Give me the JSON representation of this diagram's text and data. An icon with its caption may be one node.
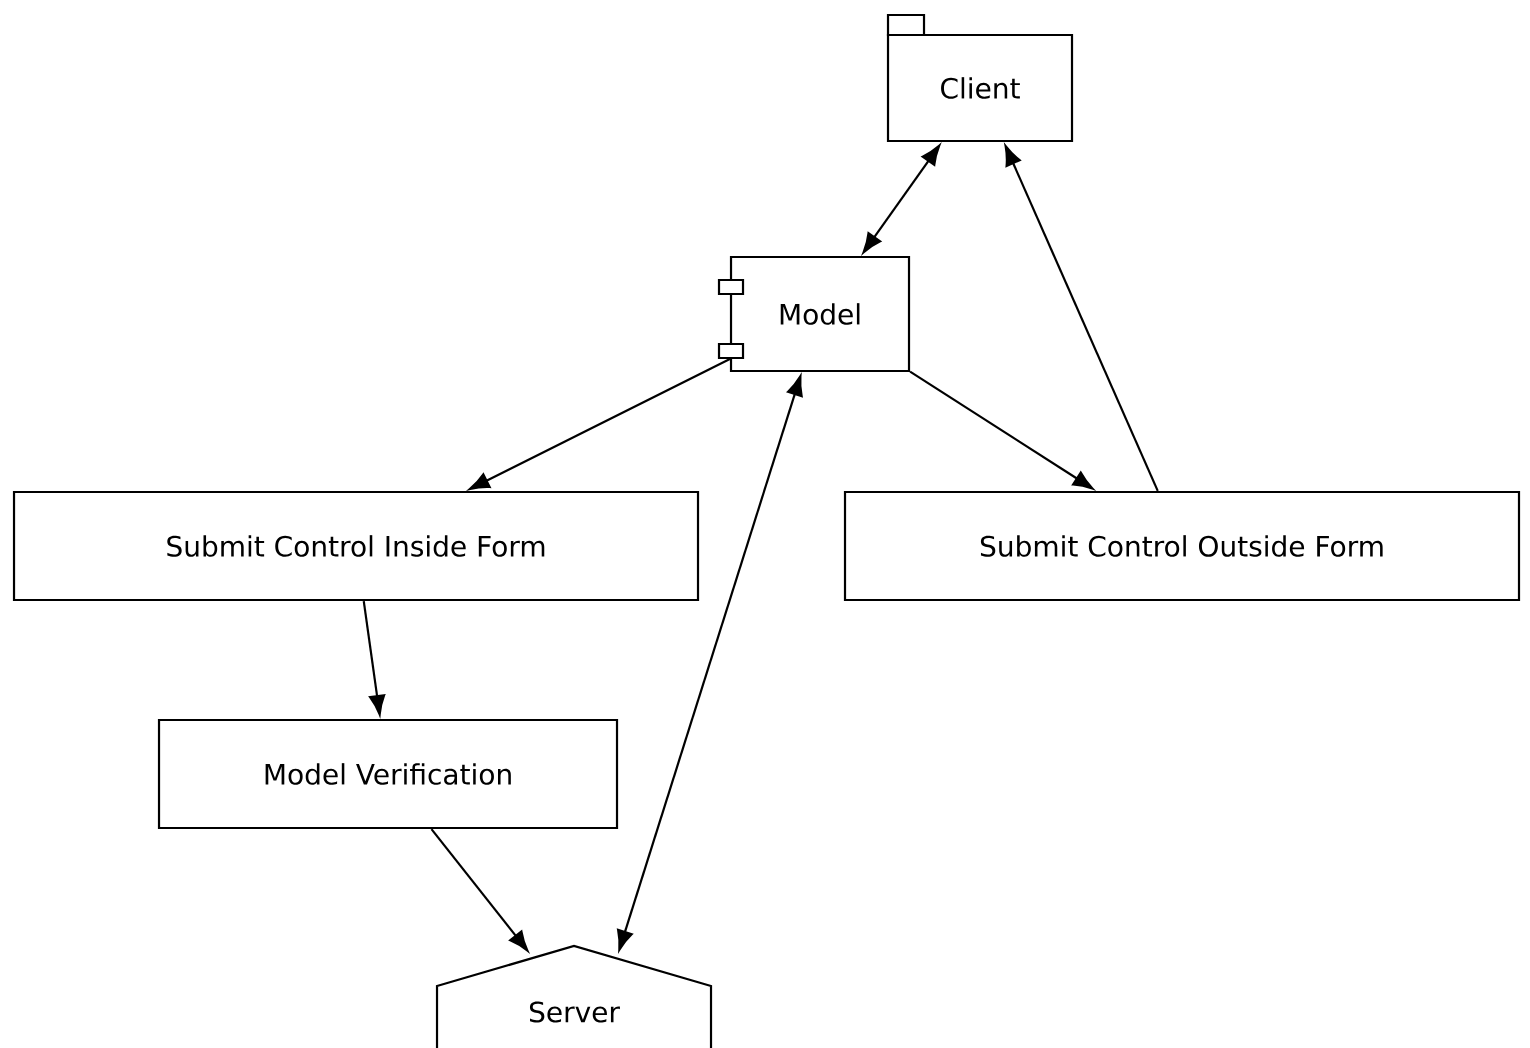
{
  "diagram": {
    "nodes": [
      {
        "text": [
          "Client"
        ]
      },
      {
        "text": [
          "Model"
        ]
      },
      {
        "text": [
          "Submit Control Inside Form"
        ]
      },
      {
        "text": [
          "Submit Control Outside Form"
        ]
      },
      {
        "text": [
          "Model Verification"
        ]
      },
      {
        "text": [
          "Server"
        ]
      }
    ],
    "edges": [
      {
        "from": 0,
        "to": 1,
        "arrow": "both"
      },
      {
        "from": 1,
        "to": 2,
        "arrow": "to"
      },
      {
        "from": 1,
        "to": 3,
        "arrow": "to"
      },
      {
        "from": 3,
        "to": 0,
        "arrow": "to"
      },
      {
        "from": 2,
        "to": 4,
        "arrow": "to"
      },
      {
        "from": 4,
        "to": 5,
        "arrow": "to"
      },
      {
        "from": 5,
        "to": 1,
        "arrow": "both"
      }
    ]
  }
}
